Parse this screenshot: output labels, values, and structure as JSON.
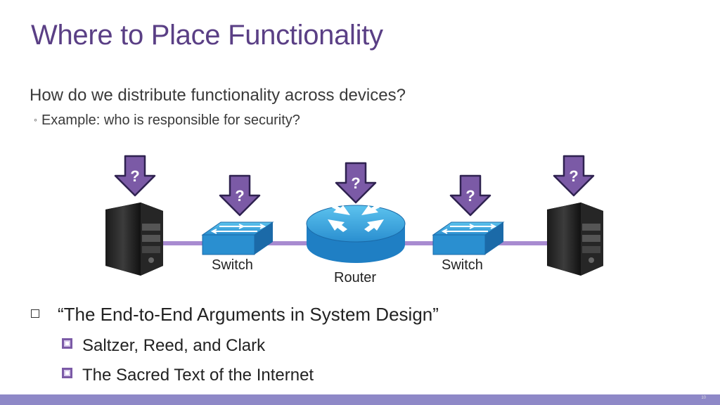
{
  "slide": {
    "title": "Where to Place Functionality",
    "question": "How do we distribute functionality across devices?",
    "example": "Example: who is responsible for security?",
    "diagram": {
      "switch_left_label": "Switch",
      "router_label": "Router",
      "switch_right_label": "Switch",
      "question_mark": "?"
    },
    "bullet_main": "“The End-to-End Arguments in System Design”",
    "sub_bullets": [
      "Saltzer, Reed, and Clark",
      "The Sacred Text of the Internet"
    ],
    "page_number": "10"
  }
}
